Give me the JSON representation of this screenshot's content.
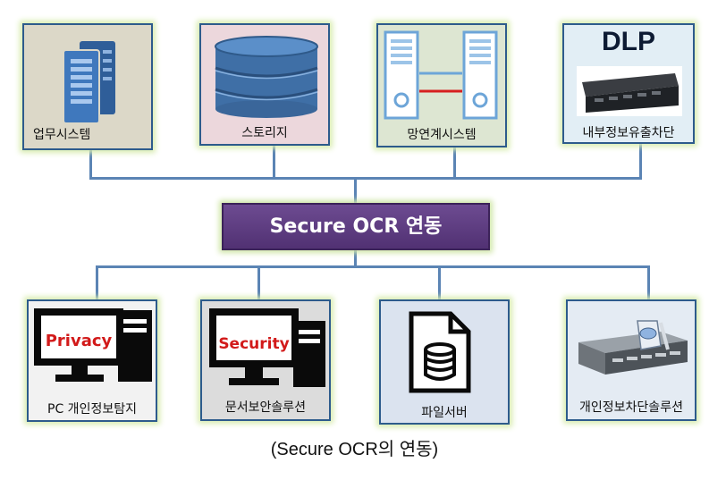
{
  "top_nodes": [
    {
      "label": "업무시스템",
      "icon": "server-icon"
    },
    {
      "label": "스토리지",
      "icon": "storage-icon"
    },
    {
      "label": "망연계시스템",
      "icon": "network-link-icon"
    },
    {
      "label": "내부정보유출차단",
      "icon": "dlp-appliance-icon",
      "badge": "DLP"
    }
  ],
  "center": {
    "label": "Secure OCR 연동"
  },
  "bottom_nodes": [
    {
      "label": "PC 개인정보탐지",
      "icon": "pc-icon",
      "overlay": "Privacy"
    },
    {
      "label": "문서보안솔루션",
      "icon": "pc-icon",
      "overlay": "Security"
    },
    {
      "label": "파일서버",
      "icon": "file-db-icon"
    },
    {
      "label": "개인정보차단솔루션",
      "icon": "privacy-appliance-icon"
    }
  ],
  "caption": "(Secure OCR의  연동)",
  "colors": {
    "box_border": "#2d5b8c",
    "glow": "#d8ecb0",
    "center_fill": "#5f3f82",
    "connector": "#5b84b4",
    "overlay_text": "#d21a1a"
  }
}
